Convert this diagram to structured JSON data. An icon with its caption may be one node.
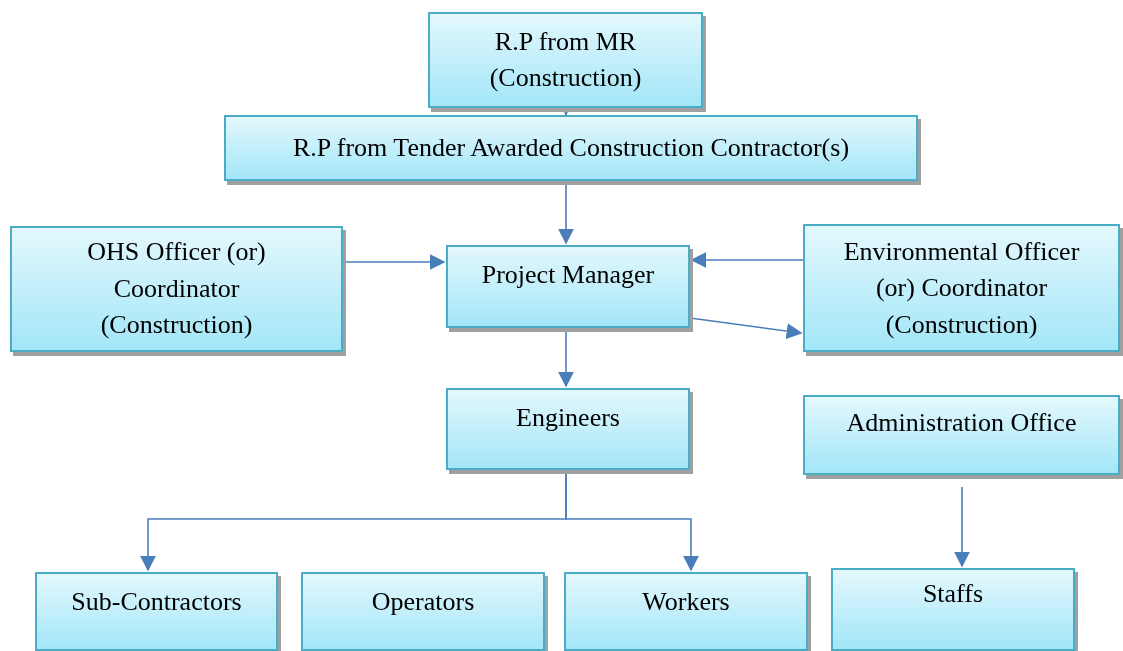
{
  "diagram": {
    "nodes": [
      {
        "text": [
          "R.P from MR (Construction)"
        ]
      },
      {
        "text": [
          "R.P from Tender Awarded Construction Contractor(s)"
        ]
      },
      {
        "text": [
          "OHS Officer (or) Coordinator (Construction)"
        ]
      },
      {
        "text": [
          "Project Manager"
        ]
      },
      {
        "text": [
          "Environmental Officer (or) Coordinator (Construction)"
        ]
      },
      {
        "text": [
          "Engineers"
        ]
      },
      {
        "text": [
          "Administration Office"
        ]
      },
      {
        "text": [
          "Sub-Contractors"
        ]
      },
      {
        "text": [
          "Operators"
        ]
      },
      {
        "text": [
          "Workers"
        ]
      },
      {
        "text": [
          "Staffs"
        ]
      }
    ],
    "edges": [
      {
        "from": 0,
        "to": 1,
        "arrow": "to"
      },
      {
        "from": 1,
        "to": 3,
        "arrow": "to"
      },
      {
        "from": 2,
        "to": 3,
        "arrow": "to"
      },
      {
        "from": 4,
        "to": 3,
        "arrow": "to"
      },
      {
        "from": 3,
        "to": 4,
        "arrow": "to"
      },
      {
        "from": 3,
        "to": 5,
        "arrow": "to"
      },
      {
        "from": 5,
        "to": 7,
        "arrow": "to"
      },
      {
        "from": 5,
        "to": 9,
        "arrow": "to"
      },
      {
        "from": 6,
        "to": 10,
        "arrow": "to"
      }
    ]
  }
}
